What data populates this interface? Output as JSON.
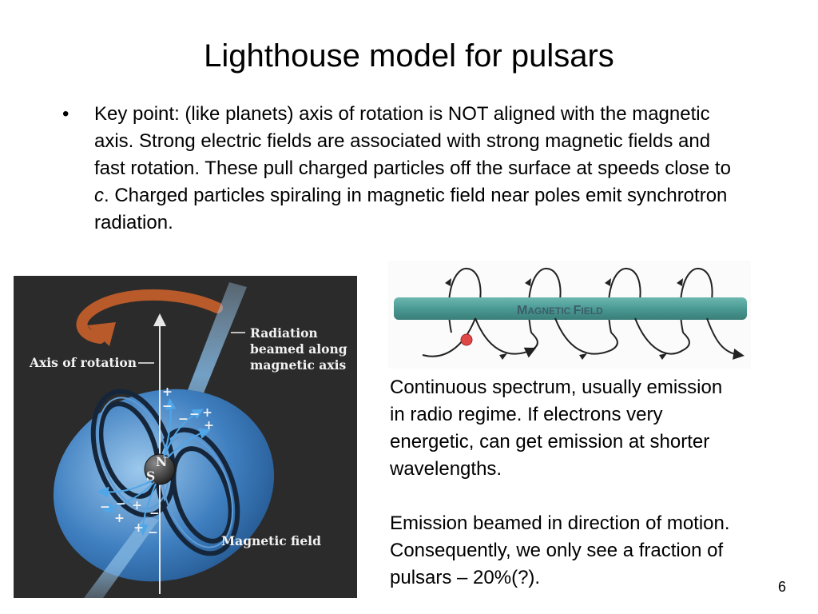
{
  "slide": {
    "title": "Lighthouse model for pulsars",
    "page_number": "6"
  },
  "bullet": {
    "marker": "•",
    "text_before_c": "Key point:  (like planets) axis of rotation is NOT aligned with the magnetic axis.  Strong electric fields are associated with strong magnetic fields and fast rotation.  These pull charged particles off the surface at speeds close to ",
    "c_symbol": "c",
    "text_after_c": ".  Charged particles spiraling in magnetic field near poles emit synchrotron radiation."
  },
  "pulsar_figure": {
    "label_axis_of_rotation": "Axis of rotation",
    "label_radiation_line1": "Radiation",
    "label_radiation_line2": "beamed along",
    "label_radiation_line3": "magnetic axis",
    "label_magnetic_field": "Magnetic field",
    "pole_north": "N",
    "pole_south": "S",
    "plus_sign": "+",
    "minus_sign": "−"
  },
  "field_figure": {
    "label_m": "M",
    "label_agnetic": "AGNETIC ",
    "label_f": "F",
    "label_ield": "IELD"
  },
  "description": {
    "paragraph_1": "Continuous spectrum, usually emission in radio regime.  If electrons very energetic, can get emission at shorter wavelengths.",
    "paragraph_2_line1": "Emission beamed in direction of motion.",
    "paragraph_2_line2": "Consequently, we only see a fraction of",
    "paragraph_2_line3": "pulsars – 20%(?)."
  },
  "colors": {
    "figure_background": "#2b2b2b",
    "magnetosphere_blue": "#3f7fc0",
    "beam_blue": "#7fb4e0",
    "rotation_arrow": "#b85a2a",
    "field_tube": "#4a9a94",
    "particle_red": "#e04848"
  }
}
